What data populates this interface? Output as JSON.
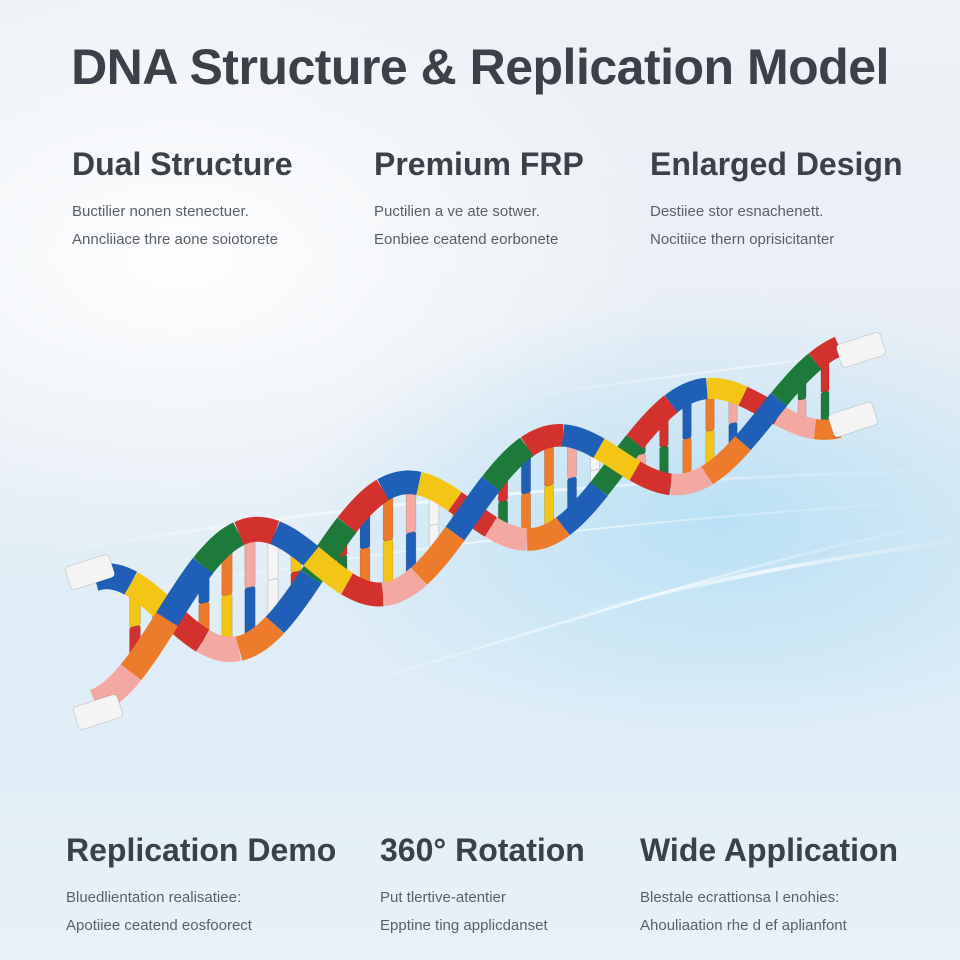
{
  "title": "DNA Structure & Replication Model",
  "features": [
    {
      "heading": "Dual Structure",
      "lines": [
        "Buctilier nonen stenectuer.",
        "Anncliiace thre aone soiotorete"
      ]
    },
    {
      "heading": "Premium FRP",
      "lines": [
        "Puctilien a ve ate sotwer.",
        "Eonbiee ceatend eorbonete"
      ]
    },
    {
      "heading": "Enlarged Design",
      "lines": [
        "Destiiee stor esnachenett.",
        "Nocitiice thern oprisicitanter"
      ]
    },
    {
      "heading": "Replication Demo",
      "lines": [
        "Bluedlientation realisatiee:",
        "Apotiiee ceatend eosfoorect"
      ]
    },
    {
      "heading": "360° Rotation",
      "lines": [
        "Put tlertive-atentier",
        "Epptine ting applicdanset"
      ]
    },
    {
      "heading": "Wide Application",
      "lines": [
        "Blestale ecrattionsa l enohies:",
        "Ahouliaation rhe d ef aplianfont"
      ]
    }
  ],
  "model": {
    "icon": "dna-helix-model",
    "colors": {
      "blue": "#1f5fb8",
      "red": "#d2312e",
      "yellow": "#f3c514",
      "green": "#1e7a3a",
      "orange": "#ec7b2c",
      "pink": "#f3a9a2",
      "white": "#f4f4f4"
    }
  }
}
